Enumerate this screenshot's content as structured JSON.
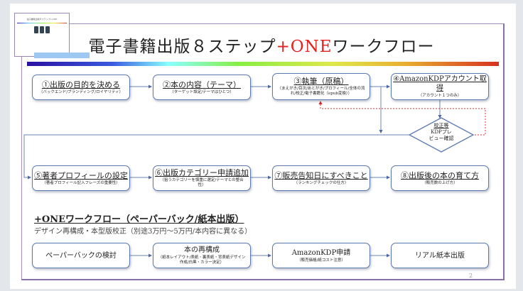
{
  "thumbnail": {
    "caption": "電子書籍出版８ステップ+ONE"
  },
  "title": {
    "main": "電子書籍出版８ステップ",
    "highlight": "+ONE",
    "rest": "ワークフロー"
  },
  "steps": [
    {
      "title": "①出版の目的を決める",
      "sub": "（バックエンド/ブランディング/ロイヤリティ）"
    },
    {
      "title": "②本の内容（テーマ）",
      "sub": "（ターゲット設定/テーマはひとつ）"
    },
    {
      "title": "③執筆（原稿）",
      "sub": "（まえがき/目次/あとがき/プロフィール/全体の流れ/校正/電子書籍化（epub変換））"
    },
    {
      "title": "④AmazonKDPアカウント取得",
      "sub": "（アカウント１つのみ）"
    },
    {
      "title": "⑤著者プロフィールの設定",
      "sub": "（著者プロフィール記入フレーズの重要性）"
    },
    {
      "title": "⑥出版カテゴリー申請追加",
      "sub": "（狙うカテゴリーを慎重に選定/テーマとの整合性）"
    },
    {
      "title": "⑦販売告知日にすべきこと",
      "sub": "（ランキングチェックの仕方）"
    },
    {
      "title": "⑧出版後の本の育て方",
      "sub": "（販売数の上げ方）"
    }
  ],
  "decision": {
    "line1": "校正等",
    "line2": "KDPプレ",
    "line3": "ビュー確認"
  },
  "plus_one": {
    "heading": "+ONEワークフロー（ペーパーバック/紙本出版）",
    "note": "デザイン再構成・本型版校正（別途3万円〜5万円/本内容に異なる）",
    "steps": [
      {
        "title": "ペーパーバックの検討",
        "sub": ""
      },
      {
        "title": "本の再構成",
        "sub": "（紙本レイアウト/表紙・裏表紙・背表紙デザイン作成/白黒・カラー決定）"
      },
      {
        "title": "AmazonKDP申請",
        "sub": "（販売価格/紙コスト注意）"
      },
      {
        "title": "リアル紙本出版",
        "sub": ""
      }
    ]
  },
  "page_number": "2"
}
